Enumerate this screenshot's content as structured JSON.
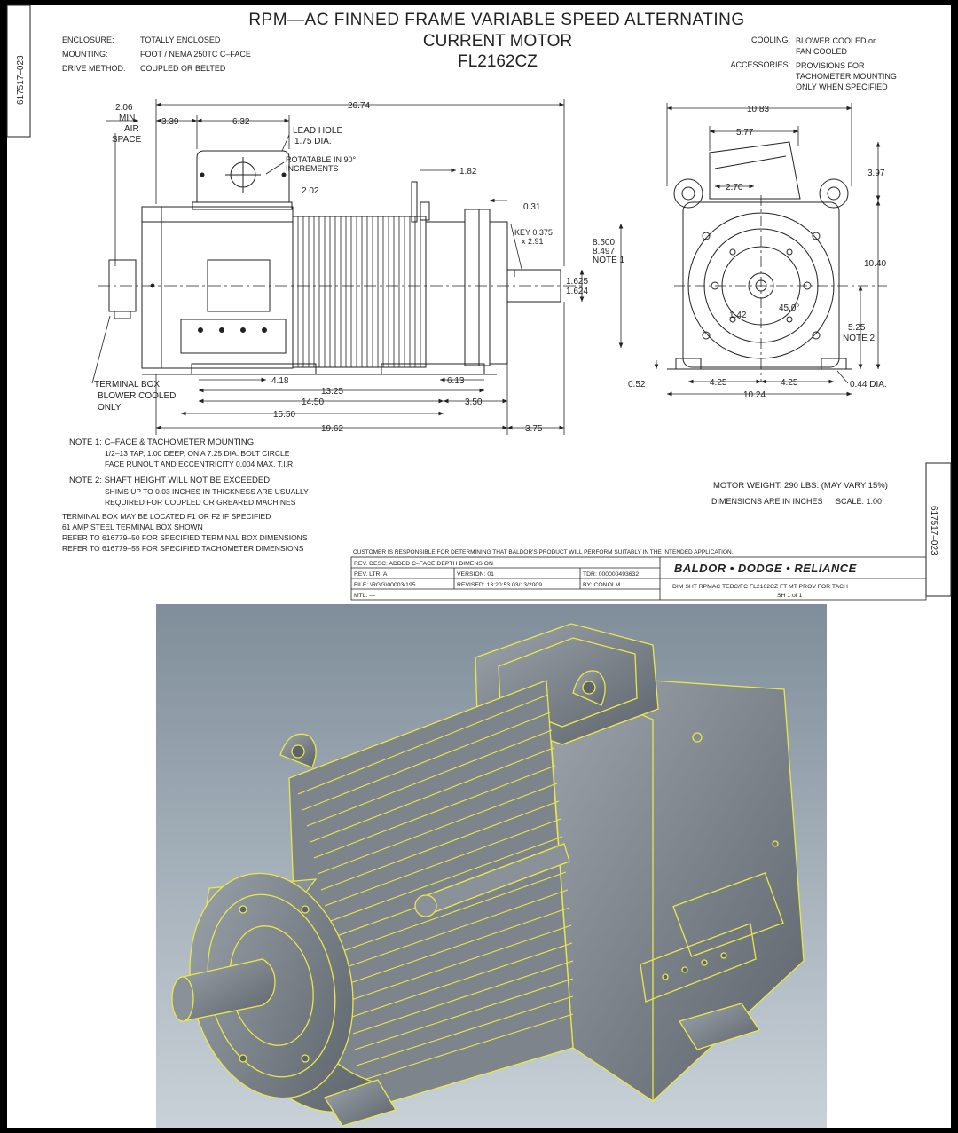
{
  "drawing": {
    "title_line1": "RPM—AC FINNED FRAME VARIABLE SPEED ALTERNATING",
    "title_line2": "CURRENT MOTOR",
    "model": "FL2162CZ",
    "side_number": "617517–023",
    "specs_left": [
      {
        "label": "ENCLOSURE:",
        "value": "TOTALLY ENCLOSED"
      },
      {
        "label": "MOUNTING:",
        "value": "FOOT / NEMA 250TC C–FACE"
      },
      {
        "label": "DRIVE METHOD:",
        "value": "COUPLED OR BELTED"
      }
    ],
    "cooling_label": "COOLING:",
    "cooling_value1": "BLOWER COOLED or",
    "cooling_value2": "FAN COOLED",
    "accessories_label": "ACCESSORIES:",
    "accessories_value1": "PROVISIONS FOR",
    "accessories_value2": "TACHOMETER MOUNTING",
    "accessories_value3": "ONLY WHEN SPECIFIED",
    "dims": {
      "d206": "2.06",
      "min": "MIN.",
      "air": "AIR",
      "space": "SPACE",
      "d339": "3.39",
      "d632": "6.32",
      "d2674": "26.74",
      "lead_hole1": "LEAD HOLE",
      "lead_hole2": "1.75 DIA.",
      "rotatable1": "ROTATABLE IN 90°",
      "rotatable2": "INCREMENTS",
      "d182": "1.82",
      "d202": "2.02",
      "d031": "0.31",
      "key1": "KEY 0.375",
      "key2": "x 2.91",
      "d8500": "8.500",
      "d8497": "8.497",
      "note1": "NOTE 1",
      "d1625": "1.625",
      "d1624": "1.624",
      "tb1": "TERMINAL BOX",
      "tb2": "BLOWER COOLED",
      "tb3": "ONLY",
      "d418": "4.18",
      "d613": "6.13",
      "d1325": "13.25",
      "d1450": "14.50",
      "d350": "3.50",
      "d1550": "15.50",
      "d1962": "19.62",
      "d375": "3.75",
      "d1083": "10.83",
      "d577": "5.77",
      "d270": "2.70",
      "d397": "3.97",
      "d1040": "10.40",
      "d142": "1.42",
      "d450": "45.0°",
      "d525": "5.25",
      "note2": "NOTE 2",
      "d052": "0.52",
      "d425a": "4.25",
      "d425b": "4.25",
      "d044": "0.44 DIA.",
      "d1024": "10.24"
    },
    "notes": [
      "NOTE 1:  C–FACE & TACHOMETER MOUNTING",
      "1/2–13 TAP, 1.00 DEEP, ON A 7.25 DIA. BOLT CIRCLE",
      "FACE RUNOUT AND ECCENTRICITY 0.004 MAX. T.I.R.",
      "NOTE 2:  SHAFT HEIGHT WILL NOT BE EXCEEDED",
      "SHIMS UP TO 0.03 INCHES IN THICKNESS ARE USUALLY",
      "REQUIRED FOR COUPLED OR GREARED MACHINES",
      "TERMINAL BOX MAY BE LOCATED F1 OR F2 IF SPECIFIED",
      "61 AMP STEEL TERMINAL BOX SHOWN",
      "REFER TO 616779–50 FOR SPECIFIED TERMINAL BOX DIMENSIONS",
      "REFER TO 616779–55 FOR SPECIFIED TACHOMETER DIMENSIONS"
    ],
    "weight": "MOTOR WEIGHT:  290 LBS. (MAY VARY 15%)",
    "units": "DIMENSIONS ARE IN INCHES",
    "scale": "SCALE:  1.00",
    "disclaimer": "CUSTOMER IS RESPONSIBLE FOR DETERMINING THAT BALDOR'S PRODUCT WILL PERFORM SUITABLY IN THE INTENDED APPLICATION.",
    "tb_rev_desc": "REV. DESC:  ADDED C–FACE DEPTH DIMENSION",
    "tb_rev_ltr": "REV. LTR:  A",
    "tb_version": "VERSION: 01",
    "tb_tdr": "TDR: 000000493632",
    "tb_file": "FILE: \\RGG\\00003\\195",
    "tb_revised": "REVISED: 13:20:53  03/13/2009",
    "tb_by": "BY:  CONOLM",
    "tb_mtl": "MTL: —",
    "brand": "BALDOR • DODGE • RELIANCE",
    "tb_desc": "DIM SHT RPMAC TEBC/FC FL2162CZ FT MT PROV FOR TACH",
    "tb_sheet": "SH 1 of 1"
  },
  "colors": {
    "wire": "#e8e84a",
    "bg_top": "#7f8e9a",
    "bg_bottom": "#c9d1d8"
  }
}
